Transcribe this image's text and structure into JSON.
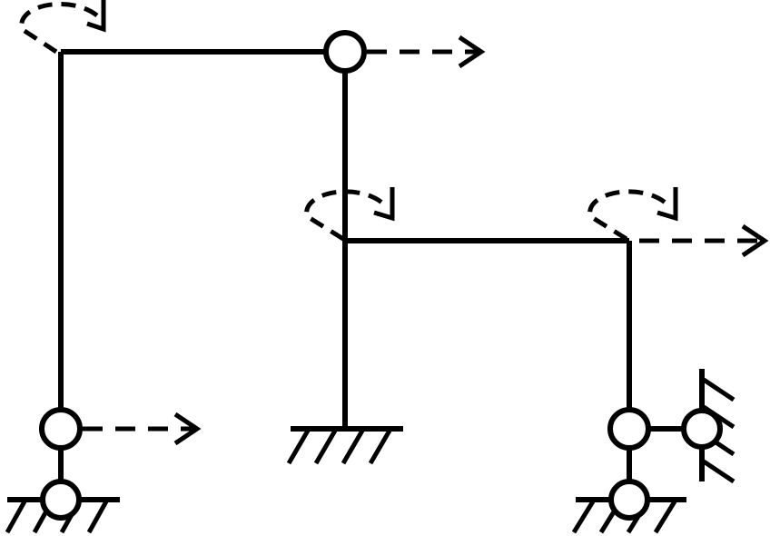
{
  "diagram": {
    "type": "structural-frame",
    "colors": {
      "ink": "#000000",
      "background": "#ffffff"
    },
    "elements": {
      "members": [
        "left-column",
        "top-beam",
        "middle-upper-column",
        "middle-lower-column",
        "right-beam",
        "right-column",
        "left-link",
        "right-link",
        "right-horizontal-link"
      ],
      "hinges": [
        "top-hinge",
        "left-hinge",
        "left-support-hinge",
        "right-hinge",
        "right-side-hinge",
        "right-support-hinge"
      ],
      "supports": [
        "left-pinned-support",
        "middle-fixed-support",
        "right-bottom-support",
        "right-side-support"
      ],
      "displacement_indicators": [
        "top-horizontal-displacement",
        "left-horizontal-displacement",
        "right-horizontal-displacement"
      ],
      "rotation_indicators": [
        "top-left-rotation",
        "middle-joint-rotation",
        "right-joint-rotation"
      ]
    }
  }
}
